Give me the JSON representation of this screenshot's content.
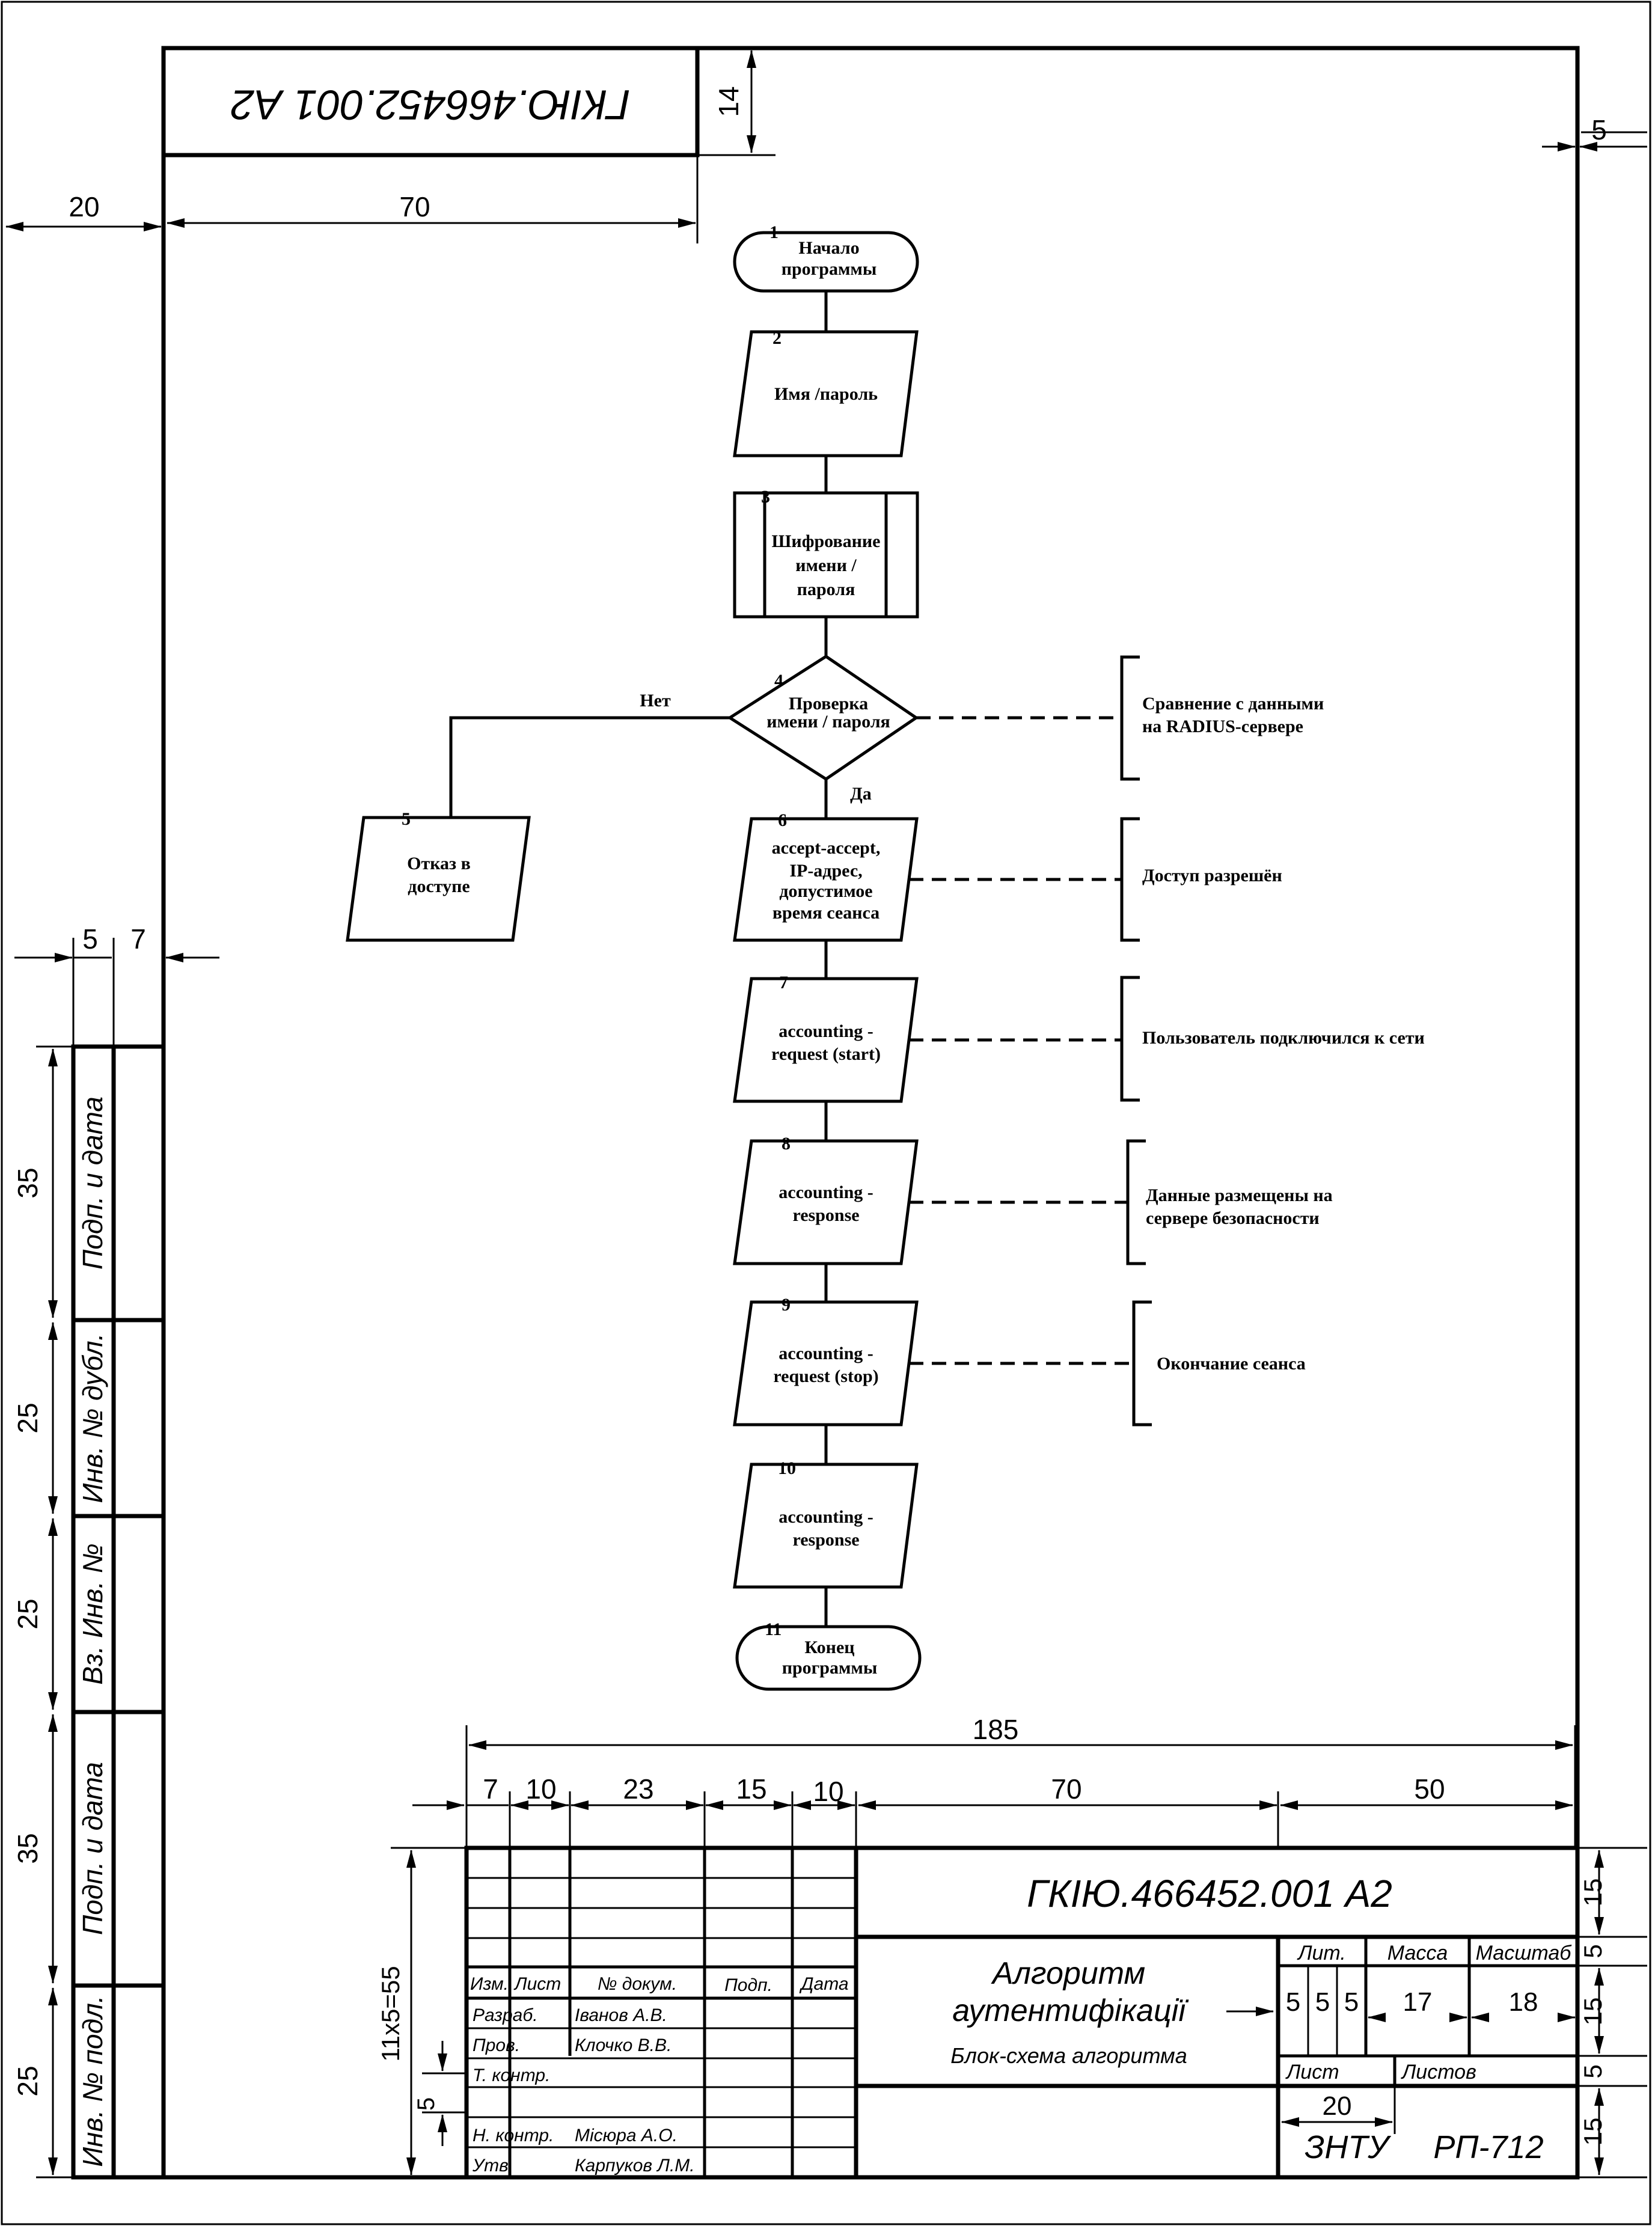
{
  "stamp": {
    "code_rotated": "ГКІЮ.466452.001 А2"
  },
  "dimensions": {
    "left_margin": "20",
    "stamp_width": "70",
    "stamp_height": "14",
    "right_margin": "5",
    "side_col_a": "5",
    "side_col_b": "7",
    "side_35a": "35",
    "side_25a": "25",
    "side_25b": "25",
    "side_35b": "35",
    "side_25c": "25",
    "title_total": "185",
    "col_7": "7",
    "col_10a": "10",
    "col_23": "23",
    "col_15": "15",
    "col_10b": "10",
    "col_70": "70",
    "col_50": "50",
    "rows_height": "11x5=55",
    "row_5": "5",
    "r_15a": "15",
    "r_5a": "5",
    "r_15b": "15",
    "r_5b": "5",
    "r_15c": "15",
    "znt_20": "20"
  },
  "side_labels": {
    "podp_data_1": "Подп. и дата",
    "inv_dubl": "Инв. № дубл.",
    "vz_inv": "Вз. Инв. №",
    "podp_data_2": "Подп. и дата",
    "inv_podl": "Инв. № подл."
  },
  "flowchart": {
    "nodes": [
      {
        "num": "1",
        "lines": [
          "Начало",
          "программы"
        ]
      },
      {
        "num": "2",
        "lines": [
          "Имя /пароль"
        ]
      },
      {
        "num": "3",
        "lines": [
          "Шифрование",
          "имени /",
          "пароля"
        ]
      },
      {
        "num": "4",
        "lines": [
          "Проверка",
          "имени / пароля"
        ]
      },
      {
        "num": "5",
        "lines": [
          "Отказ в",
          "доступе"
        ]
      },
      {
        "num": "6",
        "lines": [
          "accept-accept,",
          "IP-адрес,",
          "допустимое",
          "время сеанса"
        ]
      },
      {
        "num": "7",
        "lines": [
          "accounting -",
          "request (start)"
        ]
      },
      {
        "num": "8",
        "lines": [
          "accounting -",
          "response"
        ]
      },
      {
        "num": "9",
        "lines": [
          "accounting -",
          "request (stop)"
        ]
      },
      {
        "num": "10",
        "lines": [
          "accounting -",
          "response"
        ]
      },
      {
        "num": "11",
        "lines": [
          "Конец",
          "программы"
        ]
      }
    ],
    "branch_no": "Нет",
    "branch_yes": "Да",
    "comments": [
      {
        "lines": [
          "Сравнение с данными",
          "на RADIUS-сервере"
        ]
      },
      {
        "lines": [
          "Доступ разрешён"
        ]
      },
      {
        "lines": [
          "Пользователь подключился к сети"
        ]
      },
      {
        "lines": [
          "Данные размещены на",
          "сервере безопасности"
        ]
      },
      {
        "lines": [
          "Окончание сеанса"
        ]
      }
    ]
  },
  "title_block": {
    "code": "ГКІЮ.466452.001 А2",
    "title_line1": "Алгоритм",
    "title_line2": "аутентифікації",
    "subtitle": "Блок-схема алгоритма",
    "headers": {
      "izm": "Изм.",
      "list": "Лист",
      "doc": "№ докум.",
      "podp": "Подп.",
      "data": "Дата"
    },
    "roles": {
      "razrab": "Разраб.",
      "prov": "Пров.",
      "tkontr": "Т. контр.",
      "nkontr": "Н. контр.",
      "utv": "Утв."
    },
    "names": {
      "razrab": "Іванов А.В.",
      "prov": "Клочко В.В.",
      "nkontr": "Місюра А.О.",
      "utv": "Карпуков Л.М."
    },
    "lit": "Лит.",
    "massa": "Масса",
    "masshtab": "Масштаб",
    "lit_cells": [
      "5",
      "5",
      "5"
    ],
    "massa_value": "17",
    "masshtab_value": "18",
    "list_label": "Лист",
    "listov_label": "Листов",
    "org": "ЗНТУ",
    "group": "РП-712"
  }
}
